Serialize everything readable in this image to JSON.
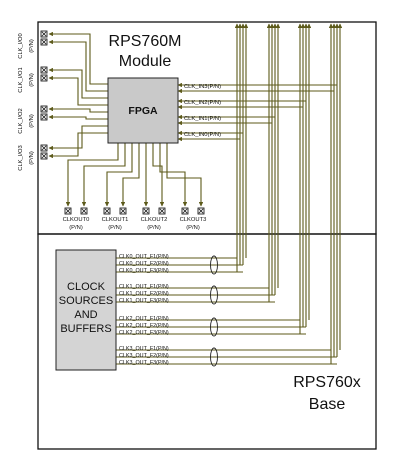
{
  "module": {
    "title_line1": "RPS760M",
    "title_line2": "Module"
  },
  "base": {
    "title_line1": "RPS760x",
    "title_line2": "Base"
  },
  "fpga": {
    "label": "FPGA"
  },
  "clock_block": {
    "line1": "CLOCK",
    "line2": "SOURCES",
    "line3": "AND",
    "line4": "BUFFERS"
  },
  "clk_io": [
    {
      "name": "CLK_I/O0",
      "pn": "(P/N)"
    },
    {
      "name": "CLK_I/O1",
      "pn": "(P/N)"
    },
    {
      "name": "CLK_I/O2",
      "pn": "(P/N)"
    },
    {
      "name": "CLK_I/O3",
      "pn": "(P/N)"
    }
  ],
  "clk_in": [
    "CLK_IN3(P/N)",
    "CLK_IN2(P/N)",
    "CLK_IN1(P/N)",
    "CLK_IN0(P/N)"
  ],
  "clk_out": [
    {
      "name": "CLKOUT0",
      "pn": "(P/N)"
    },
    {
      "name": "CLKOUT1",
      "pn": "(P/N)"
    },
    {
      "name": "CLKOUT2",
      "pn": "(P/N)"
    },
    {
      "name": "CLKOUT3",
      "pn": "(P/N)"
    }
  ],
  "buffer_outputs": [
    [
      "CLK0_OUT_F1(P/N)",
      "CLK0_OUT_F2(P/N)",
      "CLK0_OUT_F3(P/N)"
    ],
    [
      "CLK1_OUT_F1(P/N)",
      "CLK1_OUT_F2(P/N)",
      "CLK1_OUT_F3(P/N)"
    ],
    [
      "CLK2_OUT_F1(P/N)",
      "CLK2_OUT_F2(P/N)",
      "CLK2_OUT_F3(P/N)"
    ],
    [
      "CLK3_OUT_F1(P/N)",
      "CLK3_OUT_F2(P/N)",
      "CLK3_OUT_F3(P/N)"
    ]
  ],
  "colors": {
    "line": "#5c5a1a",
    "fpga_fill": "#c9c9c9",
    "clock_fill": "#d4d4d4",
    "border": "#111111"
  }
}
